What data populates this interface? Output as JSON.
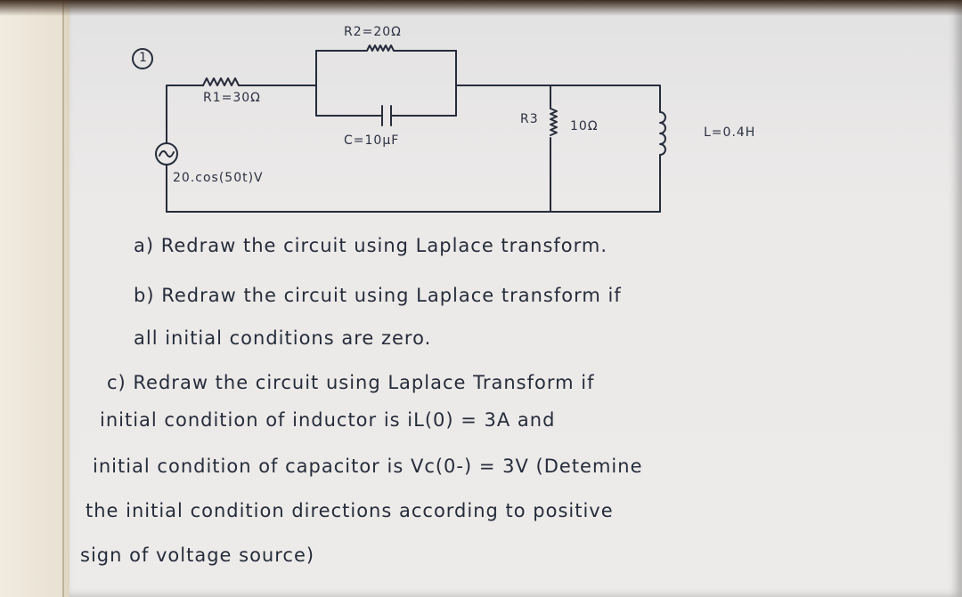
{
  "circuit": {
    "problem_number": "1",
    "source_label": "20.cos(50t)V",
    "r1_label": "R1=30Ω",
    "r2_label": "R2=20Ω",
    "capacitor_label": "C=10μF",
    "r3_label": "R3",
    "r3_value": "10Ω",
    "inductor_label": "L=0.4H",
    "colors": {
      "ink": "#262c3a",
      "paper": "#ecebe9"
    }
  },
  "questions": [
    "a) Redraw the circuit using Laplace transform.",
    "b) Redraw the circuit using Laplace transform if",
    "all initial conditions are zero.",
    "c) Redraw the circuit using Laplace Transform if",
    "initial condition of inductor is iL(0) = 3A and",
    "initial condition of capacitor is Vc(0-) = 3V (Detemine",
    "the initial condition directions according to positive",
    "sign of voltage source)"
  ]
}
